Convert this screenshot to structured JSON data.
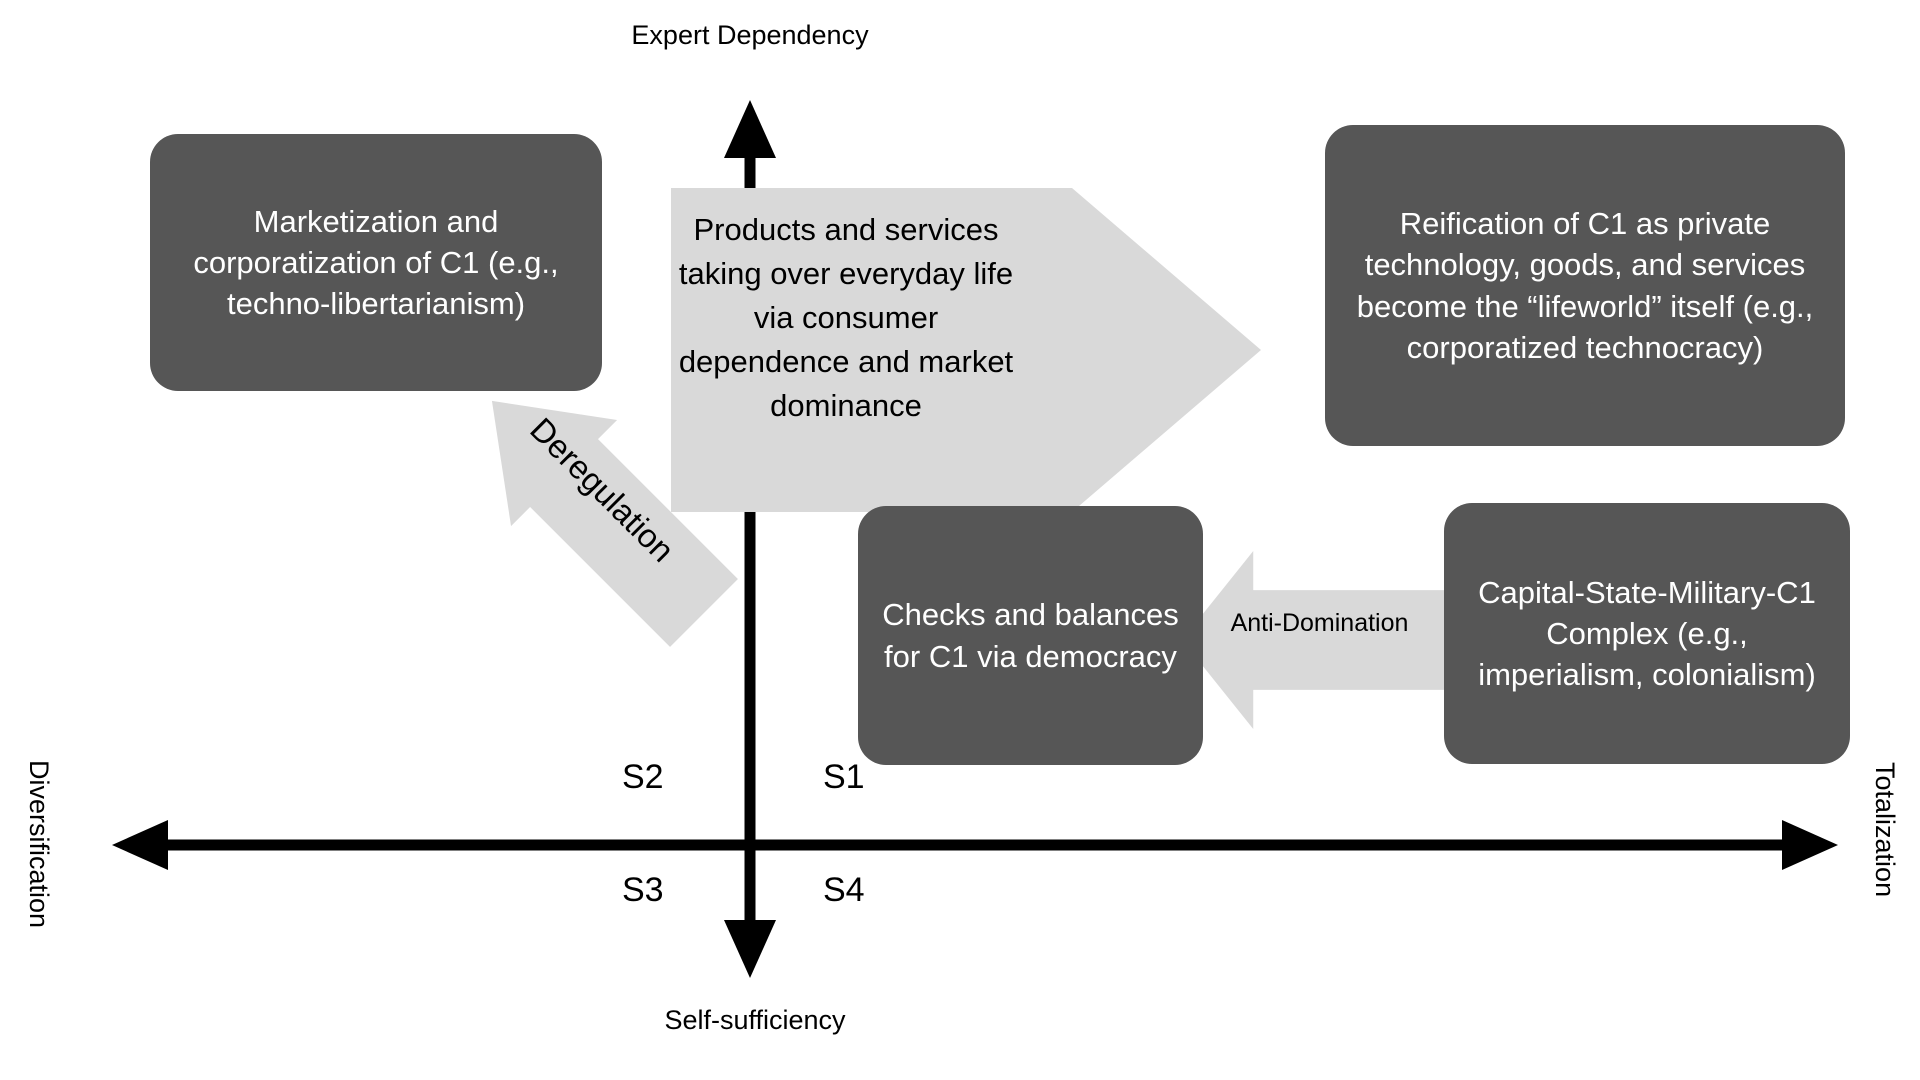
{
  "diagram": {
    "type": "two-axis-quadrant",
    "background_color": "#ffffff",
    "node_fill_color": "#565656",
    "node_text_color": "#ffffff",
    "arrow_fill_color": "#d9d9d9",
    "axis_color": "#000000"
  },
  "axes": {
    "vertical": {
      "top_label": "Expert Dependency",
      "bottom_label": "Self-sufficiency"
    },
    "horizontal": {
      "left_label": "Diversification",
      "right_label": "Totalization"
    }
  },
  "quadrants": [
    {
      "key": "s1",
      "label": "S1",
      "position": "top-right"
    },
    {
      "key": "s2",
      "label": "S2",
      "position": "top-left"
    },
    {
      "key": "s3",
      "label": "S3",
      "position": "bottom-left"
    },
    {
      "key": "s4",
      "label": "S4",
      "position": "bottom-right"
    }
  ],
  "nodes": [
    {
      "key": "marketization",
      "text": "Marketization and corporatization of C1 (e.g., techno-libertarianism)",
      "quadrant": "S2"
    },
    {
      "key": "reification",
      "text": "Reification of C1 as private technology, goods, and services become the “lifeworld” itself (e.g., corporatized technocracy)",
      "quadrant": "S1"
    },
    {
      "key": "checks",
      "text": "Checks and balances for C1 via democracy",
      "quadrant": "S1"
    },
    {
      "key": "complex",
      "text": "Capital-State-Military-C1 Complex (e.g., imperialism, colonialism)",
      "quadrant": "S1"
    }
  ],
  "arrows": [
    {
      "key": "products",
      "label": "Products and services taking over everyday life via consumer dependence and market dominance",
      "direction": "right",
      "from": "marketization",
      "to": "reification"
    },
    {
      "key": "deregulation",
      "label": "Deregulation",
      "direction": "up-left",
      "from": "checks",
      "to": "marketization"
    },
    {
      "key": "anti-domination",
      "label": "Anti-Domination",
      "direction": "left",
      "from": "complex",
      "to": "checks"
    }
  ]
}
